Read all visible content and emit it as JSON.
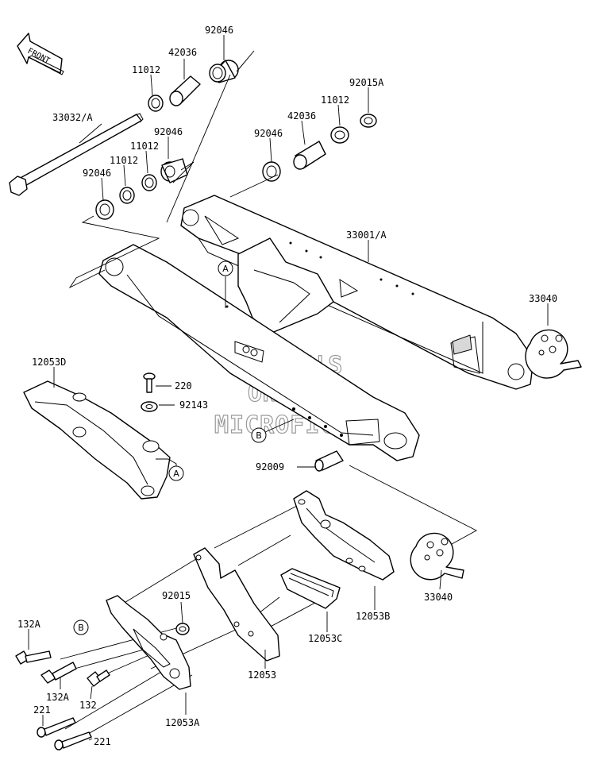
{
  "front_arrow": {
    "label": "FRONT"
  },
  "parts": [
    {
      "id": "p1",
      "number": "92046"
    },
    {
      "id": "p2",
      "number": "42036"
    },
    {
      "id": "p3",
      "number": "11012"
    },
    {
      "id": "p4",
      "number": "92015A"
    },
    {
      "id": "p5",
      "number": "11012"
    },
    {
      "id": "p6",
      "number": "42036"
    },
    {
      "id": "p7",
      "number": "92046"
    },
    {
      "id": "p8",
      "number": "33032/A"
    },
    {
      "id": "p9",
      "number": "92046"
    },
    {
      "id": "p10",
      "number": "11012"
    },
    {
      "id": "p11",
      "number": "11012"
    },
    {
      "id": "p12",
      "number": "92046"
    },
    {
      "id": "p13",
      "number": "33001/A"
    },
    {
      "id": "p14",
      "number": "33040"
    },
    {
      "id": "p15",
      "number": "12053D"
    },
    {
      "id": "p16",
      "number": "220"
    },
    {
      "id": "p17",
      "number": "92143"
    },
    {
      "id": "p18",
      "number": "92009"
    },
    {
      "id": "p19",
      "number": "33040"
    },
    {
      "id": "p20",
      "number": "92015"
    },
    {
      "id": "p21",
      "number": "12053B"
    },
    {
      "id": "p22",
      "number": "12053C"
    },
    {
      "id": "p23",
      "number": "12053"
    },
    {
      "id": "p24",
      "number": "132A"
    },
    {
      "id": "p25",
      "number": "132A"
    },
    {
      "id": "p26",
      "number": "132"
    },
    {
      "id": "p27",
      "number": "221"
    },
    {
      "id": "p28",
      "number": "221"
    },
    {
      "id": "p29",
      "number": "12053A"
    }
  ],
  "callouts": {
    "a1": "A",
    "a2": "A",
    "b1": "B",
    "b2": "B"
  },
  "watermark": [
    "HLSM'S",
    "ONLINE",
    "MICROFICHE"
  ]
}
